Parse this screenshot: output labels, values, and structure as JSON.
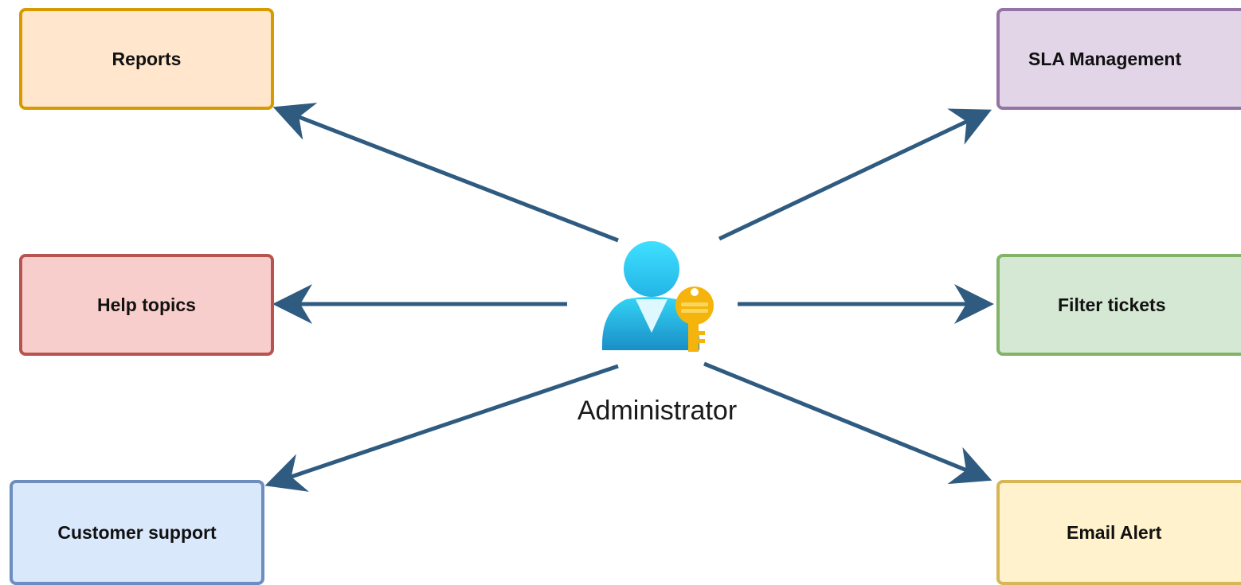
{
  "actor": {
    "label": "Administrator",
    "icon": "admin-user-key-icon"
  },
  "nodes": [
    {
      "id": "reports",
      "label": "Reports",
      "fill": "#ffe6cc",
      "stroke": "#d79b00"
    },
    {
      "id": "help_topics",
      "label": "Help topics",
      "fill": "#f8cecc",
      "stroke": "#b85450"
    },
    {
      "id": "customer_support",
      "label": "Customer support",
      "fill": "#dae8fc",
      "stroke": "#6c8ebf"
    },
    {
      "id": "sla_management",
      "label": "SLA Management",
      "fill": "#e1d5e7",
      "stroke": "#9673a6"
    },
    {
      "id": "filter_tickets",
      "label": "Filter tickets",
      "fill": "#d5e8d4",
      "stroke": "#82b366"
    },
    {
      "id": "email_alert",
      "label": "Email Alert",
      "fill": "#fff2cc",
      "stroke": "#d6b656"
    }
  ],
  "edges": [
    {
      "from": "actor",
      "to": "reports"
    },
    {
      "from": "actor",
      "to": "help_topics"
    },
    {
      "from": "actor",
      "to": "customer_support"
    },
    {
      "from": "actor",
      "to": "sla_management"
    },
    {
      "from": "actor",
      "to": "filter_tickets"
    },
    {
      "from": "actor",
      "to": "email_alert"
    }
  ],
  "colors": {
    "arrow": "#2f5b80",
    "icon_person_top": "#33d4f5",
    "icon_person_bottom": "#1a8ec7",
    "icon_key": "#f5b40b"
  }
}
